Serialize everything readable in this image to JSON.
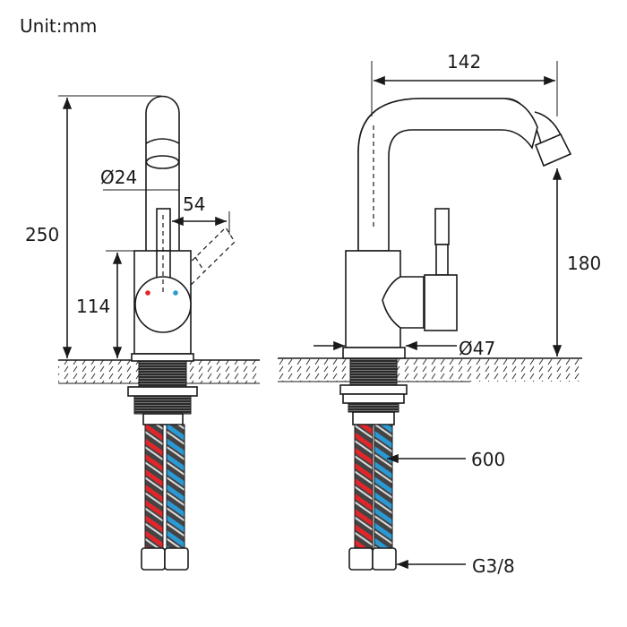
{
  "unit_label": "Unit:mm",
  "dimensions": {
    "total_height": "250",
    "body_height": "114",
    "spout_diameter": "Ø24",
    "handle_swing": "54",
    "spout_reach": "142",
    "spout_height": "180",
    "base_diameter": "Ø47",
    "hose_length": "600",
    "connector_thread": "G3/8"
  },
  "colors": {
    "line": "#1a1a1a",
    "hot": "#e0262b",
    "cold": "#2a9ad6"
  }
}
